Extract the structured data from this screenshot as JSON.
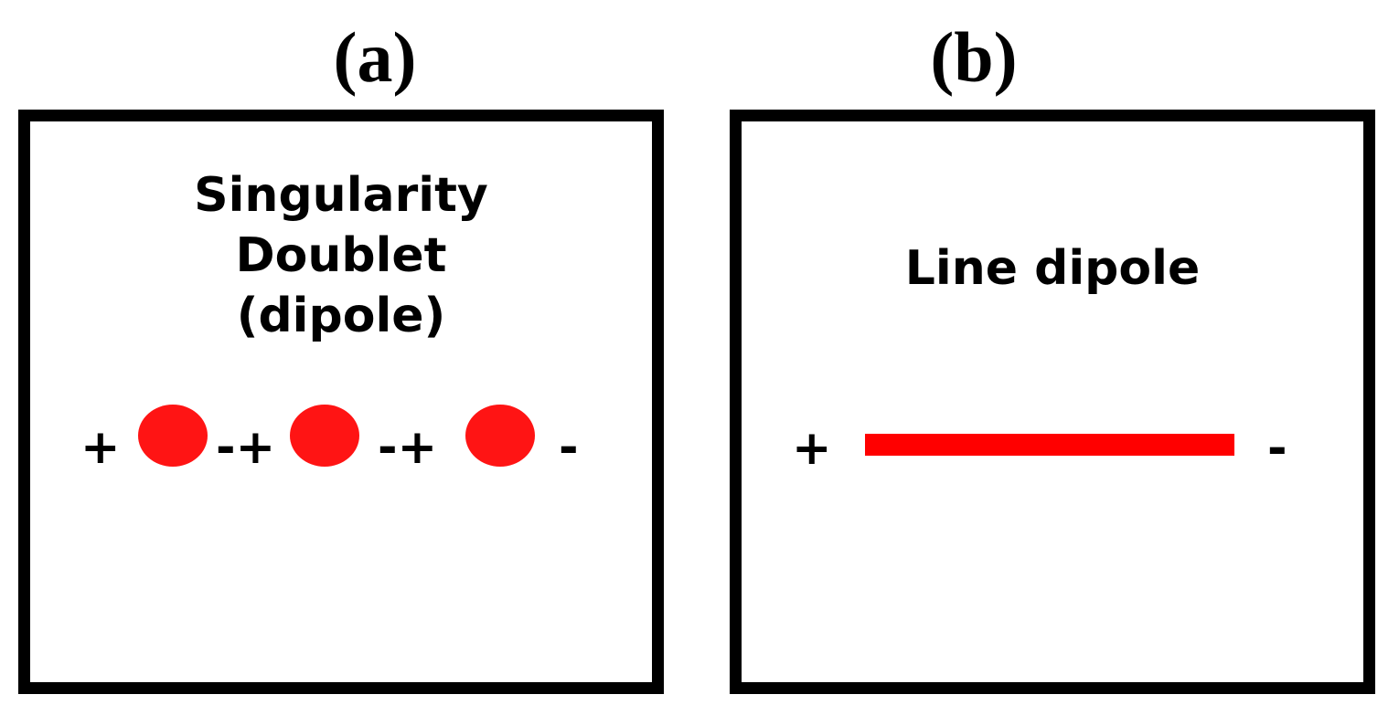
{
  "panels": [
    {
      "label": "(a)",
      "title_lines": [
        "Singularity",
        "Doublet",
        "(dipole)"
      ],
      "signs": [
        "+",
        "-+",
        "-+",
        "-"
      ],
      "dot_count": 3,
      "dot_color": "#ff1414"
    },
    {
      "label": "(b)",
      "title": "Line dipole",
      "sign_left": "+",
      "sign_right": "-",
      "line_color": "#ff0000"
    }
  ],
  "colors": {
    "border": "#000000",
    "background": "#ffffff",
    "text": "#000000"
  }
}
